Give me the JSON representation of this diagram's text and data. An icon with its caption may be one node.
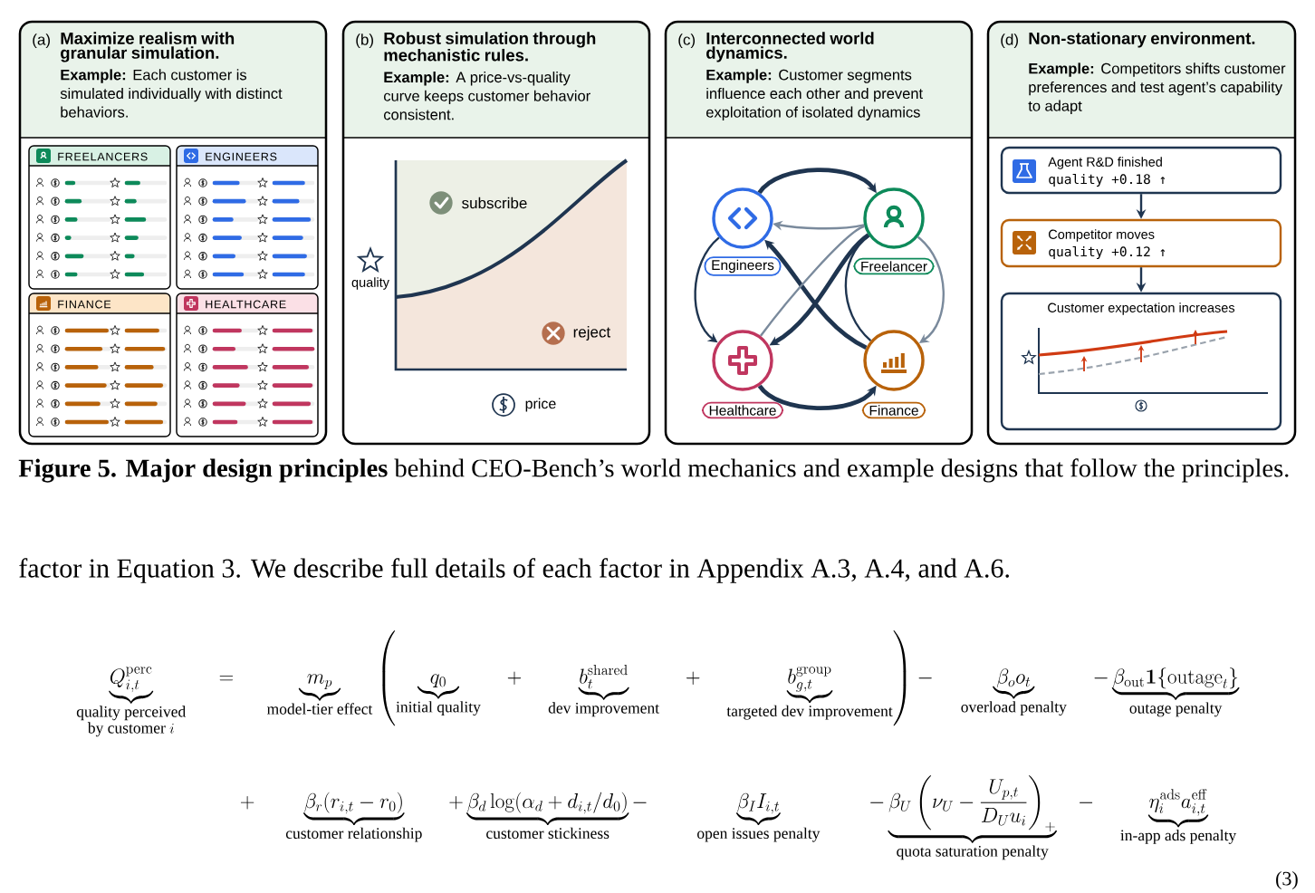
{
  "diagram": {
    "caption": "**Figure 5.  Major design principles** behind CEO-Bench’s world mechanics and example designs that follow the principles.",
    "nodes": [
      {
        "text": [
          "(a)",
          "Maximize realism with granular simulation.",
          "**Example:** Each customer is simulated individually with distinct behaviors."
        ]
      },
      {
        "text": [
          "FREELANCERS"
        ],
        "in": 0
      },
      {
        "text": [
          "ENGINEERS"
        ],
        "in": 0
      },
      {
        "text": [
          "FINANCE"
        ],
        "in": 0
      },
      {
        "text": [
          "HEALTHCARE"
        ],
        "in": 0
      },
      {
        "text": [
          "(b)",
          "Robust simulation through mechanistic rules.",
          "**Example:** A price-vs-quality curve keeps customer behavior consistent."
        ]
      },
      {
        "text": [
          "(c)",
          "Interconnected world dynamics.",
          "**Example:** Customer segments influence each other and prevent exploitation of isolated dynamics"
        ]
      },
      {
        "text": [],
        "shape": "circle",
        "in": 6
      },
      {
        "text": [
          "Engineers"
        ],
        "in": 6
      },
      {
        "text": [],
        "shape": "circle",
        "in": 6
      },
      {
        "text": [
          "Freelancer"
        ],
        "in": 6
      },
      {
        "text": [],
        "shape": "circle",
        "in": 6
      },
      {
        "text": [
          "Healthcare"
        ],
        "in": 6
      },
      {
        "text": [],
        "shape": "circle",
        "in": 6
      },
      {
        "text": [
          "Finance"
        ],
        "in": 6
      },
      {
        "text": [
          "(d)",
          "Non-stationary environment.",
          "**Example:** Competitors shifts customer preferences and test agent’s capability to adapt"
        ]
      },
      {
        "text": [
          "Agent R&D finished",
          "quality +0.18 ↑"
        ],
        "in": 15
      },
      {
        "text": [
          "Competitor moves",
          "quality +0.12 ↑"
        ],
        "in": 15
      },
      {
        "text": [
          "Customer expectation increases"
        ],
        "in": 15
      }
    ],
    "edges": [
      {
        "from": 7,
        "to": 9,
        "arrow": "to",
        "style": "thick"
      },
      {
        "from": 11,
        "to": 13,
        "arrow": "to",
        "style": "thick"
      },
      {
        "from": 7,
        "to": 11,
        "arrow": "to"
      },
      {
        "from": 9,
        "to": 13,
        "arrow": "to",
        "color": "#7a8a9c"
      },
      {
        "from": 9,
        "to": 7,
        "arrow": "to",
        "color": "#7a8a9c"
      },
      {
        "from": 13,
        "to": 7,
        "arrow": "to",
        "style": "thick"
      },
      {
        "from": 9,
        "to": 11,
        "arrow": "to",
        "style": "thick"
      },
      {
        "from": 11,
        "to": 9,
        "arrow": "none",
        "color": "#7a8a9c"
      },
      {
        "from": 13,
        "to": 9,
        "arrow": "none"
      },
      {
        "from": 16,
        "to": 17,
        "arrow": "to"
      },
      {
        "from": 17,
        "to": 18,
        "arrow": "to"
      }
    ],
    "labels": [
      "subscribe",
      "quality",
      "reject",
      "price",
      "factor in Equation 3. We describe full details of each factor in Appendix A.3, A.4, and A.6.",
      "\\underbrace{Q_{i,t}^{\\mathrm{perc}}}_{\\substack{\\text{quality perceived}\\\\ \\text{by customer } i}} \\hspace{1.2em}=\\hspace{1.2em} \\underbrace{m_p}_{\\text{model-tier effect}} \\left( \\underbrace{q_0}_{\\text{initial quality}} \\hspace{1em}+\\hspace{1em} \\underbrace{b_t^{\\mathrm{shared}}}_{\\text{dev improvement}} \\hspace{1em}+\\hspace{1em} \\underbrace{b_{g,t}^{\\mathrm{group}}}_{\\text{targeted dev improvement}} \\right) - \\hspace{1em}\\underbrace{\\beta_o o_t}_{\\text{overload penalty}} \\hspace{1em}- \\underbrace{\\beta_{\\mathrm{out}} \\mathbf{1}\\{\\mathrm{outage}_t\\}}_{\\text{outage penalty}}",
      "+\\hspace{1.2em} \\underbrace{\\beta_r(r_{i,t}-r_0)}_{\\text{customer relationship}} \\hspace{1em}+ \\underbrace{\\beta_d \\log(\\alpha_d + d_{i,t}/d_0)}_{\\text{customer stickiness}} - \\hspace{2em}\\underbrace{\\beta_I I_{i,t}}_{\\text{open issues penalty}} \\hspace{2em}- \\underbrace{\\beta_U \\left(\\nu_U - \\frac{U_{p,t}}{D_U u_i}\\right)_+}_{\\text{quota saturation penalty}} \\hspace{0.8em}- \\hspace{1em}\\underbrace{\\eta_i^{\\mathrm{ads}} a_{i,t}^{\\mathrm{eff}}}_{\\text{in-app ads penalty}}",
      "(3)"
    ]
  }
}
